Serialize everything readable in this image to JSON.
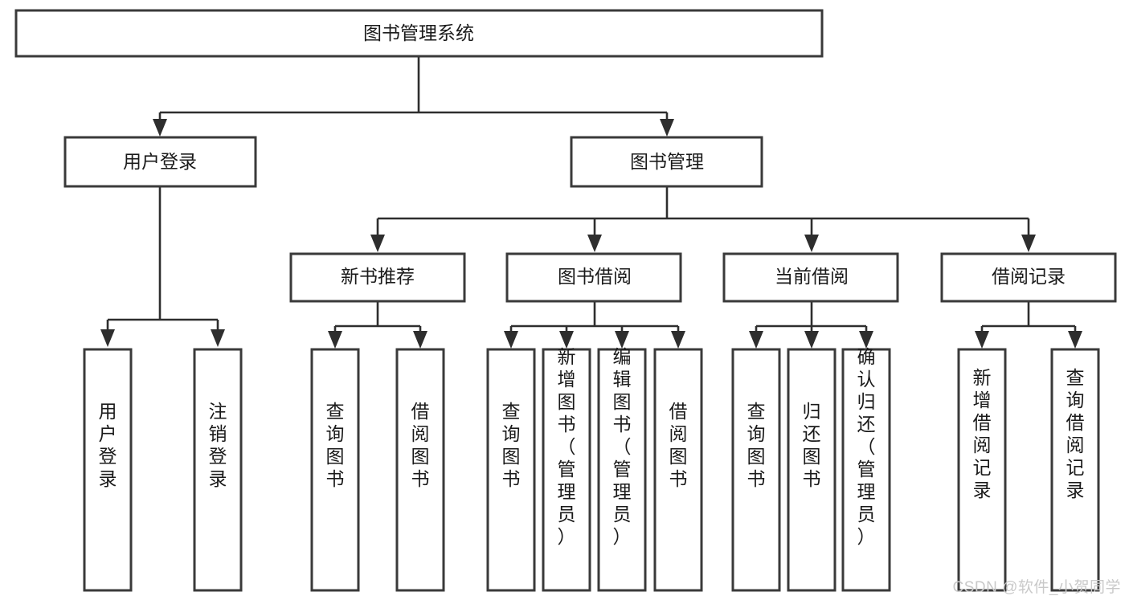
{
  "diagram": {
    "type": "tree-hierarchy",
    "title": "图书管理系统",
    "watermark": "CSDN @软件_小贺同学",
    "colors": {
      "background": "#ffffff",
      "box_fill": "#ffffff",
      "box_stroke": "#3a3a3a",
      "connector": "#2e2e2e",
      "text": "#1a1a1a",
      "watermark": "#c9c9c9"
    },
    "root": {
      "label": "图书管理系统"
    },
    "level2": [
      {
        "label": "用户登录"
      },
      {
        "label": "图书管理"
      }
    ],
    "level3": [
      {
        "label": "新书推荐"
      },
      {
        "label": "图书借阅"
      },
      {
        "label": "当前借阅"
      },
      {
        "label": "借阅记录"
      }
    ],
    "leaves": {
      "user_login": [
        {
          "label": "用户登录"
        },
        {
          "label": "注销登录"
        }
      ],
      "new_book_recommend": [
        {
          "label": "查询图书"
        },
        {
          "label": "借阅图书"
        }
      ],
      "book_borrow": [
        {
          "label": "查询图书"
        },
        {
          "label": "新增图书（管理员）"
        },
        {
          "label": "编辑图书（管理员）"
        },
        {
          "label": "借阅图书"
        }
      ],
      "current_borrow": [
        {
          "label": "查询图书"
        },
        {
          "label": "归还图书"
        },
        {
          "label": "确认归还（管理员）"
        }
      ],
      "borrow_record": [
        {
          "label": "新增借阅记录"
        },
        {
          "label": "查询借阅记录"
        }
      ]
    }
  }
}
